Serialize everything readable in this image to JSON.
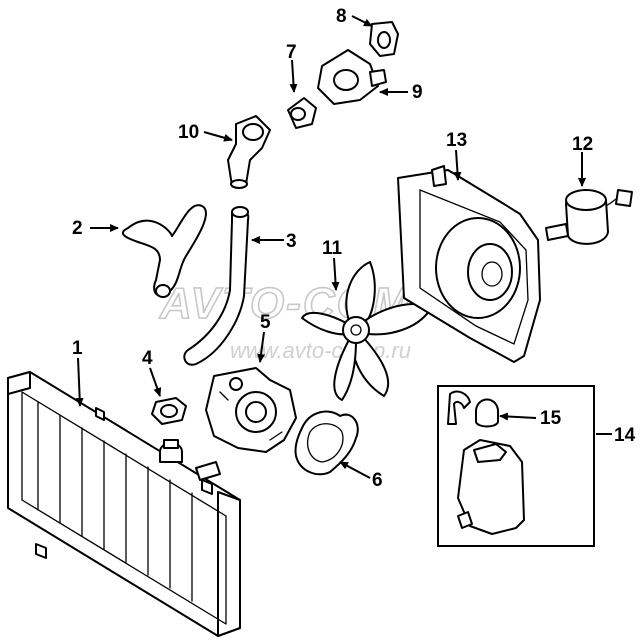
{
  "watermark": {
    "logo_text": "AVTO-COMP",
    "url": "www.avto-comp.ru"
  },
  "callouts": [
    {
      "id": "1",
      "label": "1"
    },
    {
      "id": "2",
      "label": "2"
    },
    {
      "id": "3",
      "label": "3"
    },
    {
      "id": "4",
      "label": "4"
    },
    {
      "id": "5",
      "label": "5"
    },
    {
      "id": "6",
      "label": "6"
    },
    {
      "id": "7",
      "label": "7"
    },
    {
      "id": "8",
      "label": "8"
    },
    {
      "id": "9",
      "label": "9"
    },
    {
      "id": "10",
      "label": "10"
    },
    {
      "id": "11",
      "label": "11"
    },
    {
      "id": "12",
      "label": "12"
    },
    {
      "id": "13",
      "label": "13"
    },
    {
      "id": "14",
      "label": "14"
    },
    {
      "id": "15",
      "label": "15"
    }
  ]
}
